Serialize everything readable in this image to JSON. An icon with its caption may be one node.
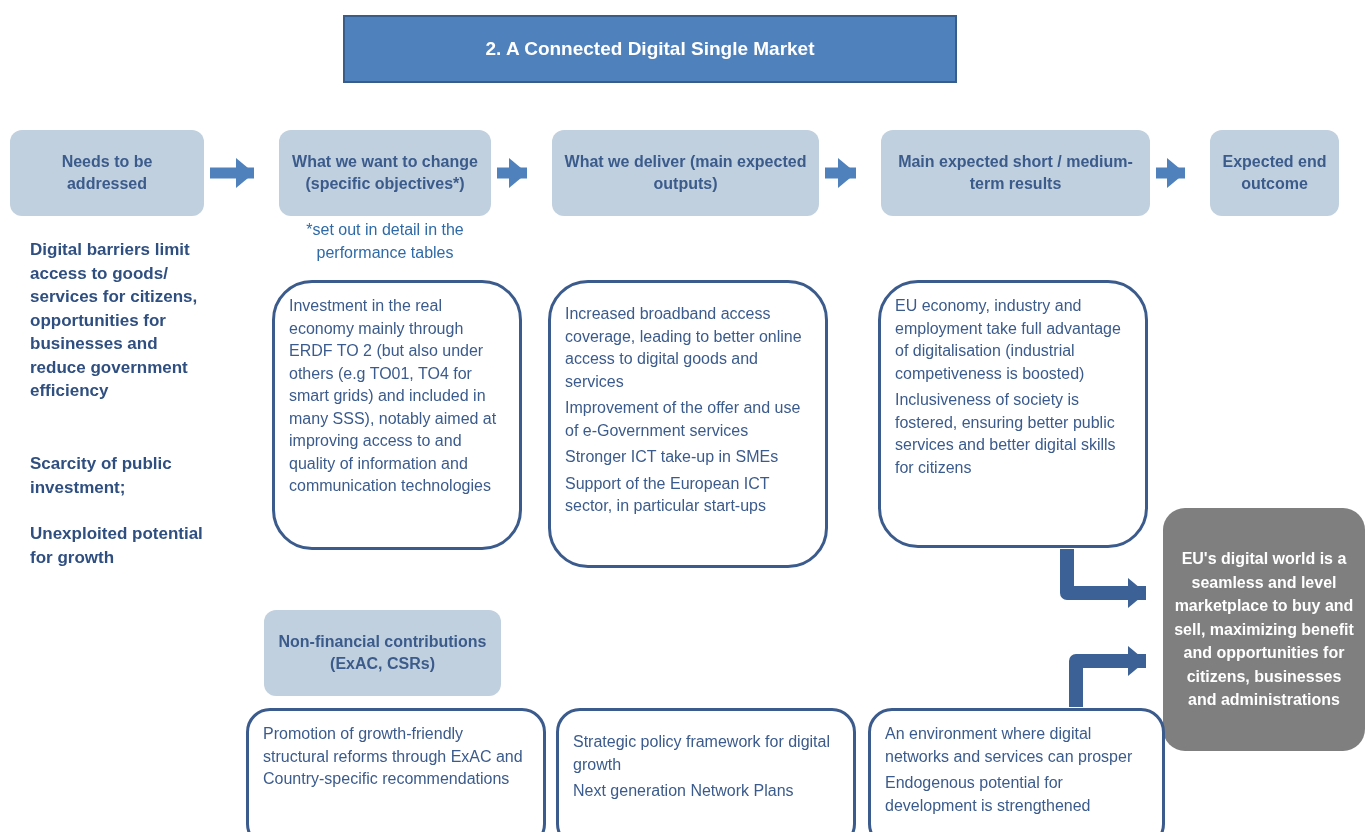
{
  "diagram": {
    "title": "2. A Connected Digital Single Market",
    "nodes": [
      {
        "text": [
          "Needs to be addressed"
        ]
      },
      {
        "text": [
          "What we want to change (specific objectives*)"
        ],
        "beside": [
          "*set out in detail in the performance tables"
        ]
      },
      {
        "text": [
          "What we deliver (main expected outputs)"
        ]
      },
      {
        "text": [
          "Main expected short / medium-term results"
        ]
      },
      {
        "text": [
          "Expected end outcome"
        ]
      },
      {
        "text": [
          "Investment in the real economy mainly through ERDF TO 2 (but also under others (e.g TO01, TO4 for smart grids) and included in many SSS), notably aimed at improving access to and quality of information and communication technologies"
        ]
      },
      {
        "text": [
          "Increased broadband access coverage, leading to better online access to digital goods and services",
          "Improvement  of the offer and use of e-Government services",
          "Stronger ICT take-up in SMEs",
          "Support of the European ICT sector, in particular start-ups"
        ]
      },
      {
        "text": [
          "EU economy, industry and employment take full advantage of digitalisation (industrial competiveness is boosted)",
          "Inclusiveness of society is fostered, ensuring better public services and better digital skills for citizens"
        ]
      },
      {
        "text": [
          "EU's digital world is a seamless and level marketplace to buy and sell, maximizing benefit and opportunities for citizens, businesses and administrations"
        ]
      },
      {
        "text": [
          "Non-financial contributions (ExAC, CSRs)"
        ]
      },
      {
        "text": [
          "Promotion of growth-friendly structural reforms through ExAC and Country-specific recommendations"
        ]
      },
      {
        "text": [
          "Strategic policy framework for digital growth",
          "Next generation Network Plans"
        ]
      },
      {
        "text": [
          "An environment where digital networks and services can prosper",
          "Endogenous potential for development is strengthened"
        ]
      }
    ],
    "edges": [
      {
        "from": 0,
        "to": 1,
        "arrow": "to"
      },
      {
        "from": 1,
        "to": 2,
        "arrow": "to"
      },
      {
        "from": 2,
        "to": 3,
        "arrow": "to"
      },
      {
        "from": 3,
        "to": 4,
        "arrow": "to"
      },
      {
        "from": 7,
        "to": 8,
        "arrow": "to",
        "color": "#3b6196"
      },
      {
        "from": 12,
        "to": 8,
        "arrow": "to",
        "color": "#3b6196"
      }
    ],
    "labels": [
      "Digital barriers limit access to goods/ services for citizens, opportunities for businesses and reduce government efficiency",
      "Scarcity of public investment;",
      "Unexploited potential for growth"
    ]
  }
}
